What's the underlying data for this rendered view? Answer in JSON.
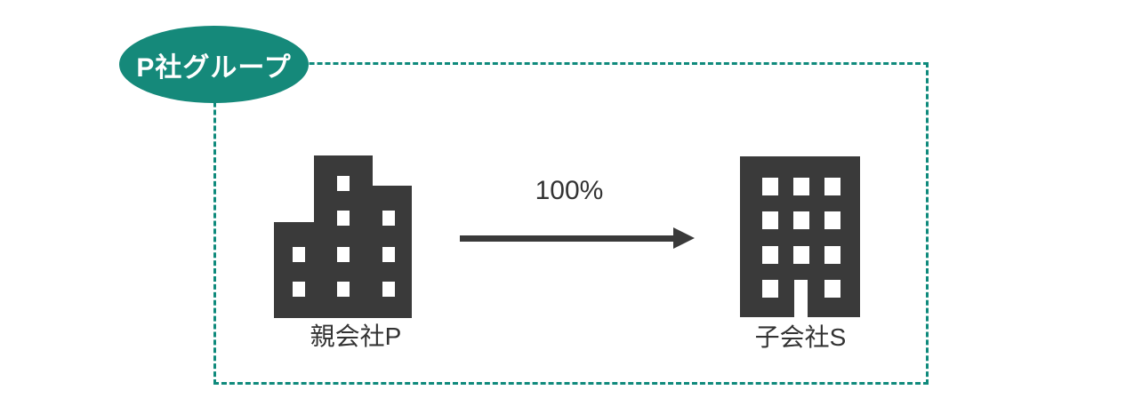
{
  "diagram": {
    "group": {
      "label": "P社グループ"
    },
    "parent": {
      "label": "親会社P",
      "icon": "office-building-icon"
    },
    "subsidiary": {
      "label": "子会社S",
      "icon": "office-building-icon"
    },
    "ownership": {
      "label": "100%",
      "direction": "parent-to-subsidiary"
    },
    "colors": {
      "teal": "#0f8a7c",
      "badge_fill": "#15897a",
      "building": "#3a3a3a",
      "text": "#333333",
      "background": "#ffffff"
    }
  }
}
